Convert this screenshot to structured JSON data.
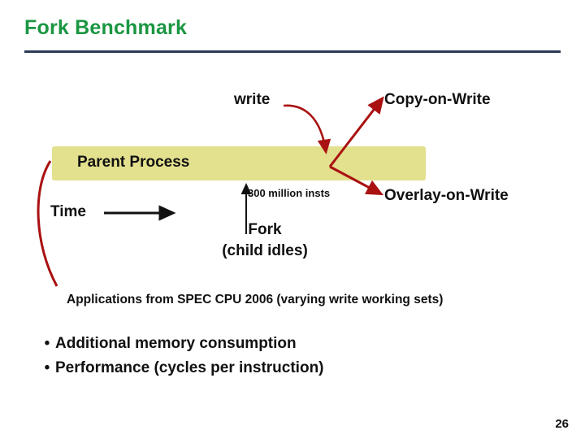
{
  "slide": {
    "title": "Fork Benchmark",
    "page_number": "26",
    "accent_color": "#1a9641",
    "rule_color": "#2b3a55",
    "arrow_color": "#aa1111",
    "bar_color": "#e3e08e"
  },
  "diagram": {
    "bar_label": "Parent Process",
    "write_label": "write",
    "copy_on_write_label": "Copy-on-Write",
    "overlay_on_write_label": "Overlay-on-Write",
    "insts_label": "300 million insts",
    "time_label": "Time",
    "fork_label": "Fork",
    "fork_sublabel": "(child idles)"
  },
  "caption": "Applications from SPEC CPU 2006 (varying write working sets)",
  "bullets": [
    {
      "marker": "•",
      "text": "Additional memory consumption"
    },
    {
      "marker": "•",
      "text": "Performance (cycles per instruction)"
    }
  ]
}
